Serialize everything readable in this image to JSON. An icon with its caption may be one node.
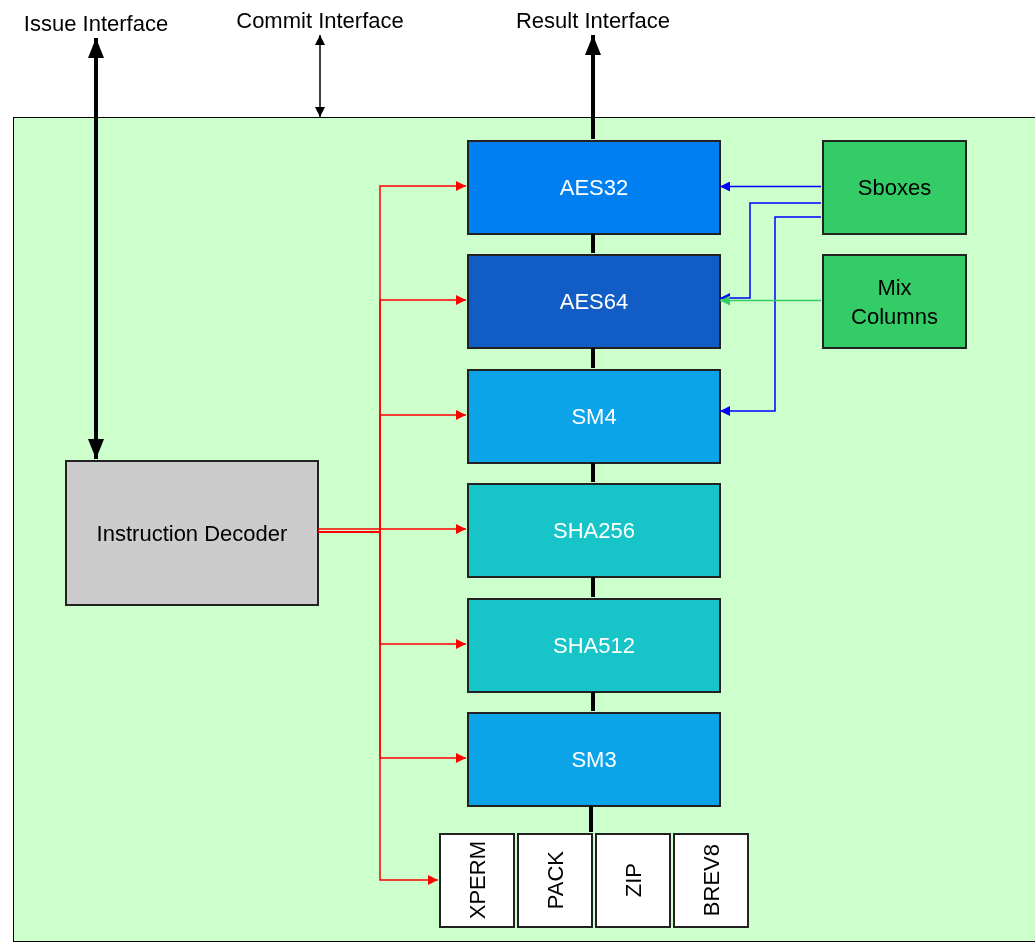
{
  "diagram": {
    "nodes": [
      {
        "text": [],
        "shape": "box"
      },
      {
        "text": [
          "Issue Interface"
        ]
      },
      {
        "text": [
          "Commit Interface"
        ]
      },
      {
        "text": [
          "Result Interface"
        ]
      },
      {
        "text": [
          "Instruction Decoder"
        ],
        "in": 0
      },
      {
        "text": [
          "AES32"
        ],
        "in": 0
      },
      {
        "text": [
          "AES64"
        ],
        "in": 0
      },
      {
        "text": [
          "SM4"
        ],
        "in": 0
      },
      {
        "text": [
          "SHA256"
        ],
        "in": 0
      },
      {
        "text": [
          "SHA512"
        ],
        "in": 0
      },
      {
        "text": [
          "SM3"
        ],
        "in": 0
      },
      {
        "text": [
          "XPERM"
        ],
        "in": 0
      },
      {
        "text": [
          "PACK"
        ],
        "in": 0
      },
      {
        "text": [
          "ZIP"
        ],
        "in": 0
      },
      {
        "text": [
          "BREV8"
        ],
        "in": 0
      },
      {
        "text": [
          "Sboxes"
        ],
        "in": 0
      },
      {
        "text": [
          "Mix Columns"
        ],
        "in": 0
      }
    ],
    "edges": [
      {
        "from": 4,
        "to": 1,
        "arrow": "both",
        "style": "thick"
      },
      {
        "from": 2,
        "to": 0,
        "arrow": "both"
      },
      {
        "from": 5,
        "to": 3,
        "arrow": "to",
        "style": "thick"
      },
      {
        "from": 5,
        "to": 6,
        "arrow": "none",
        "style": "thick"
      },
      {
        "from": 6,
        "to": 7,
        "arrow": "none",
        "style": "thick"
      },
      {
        "from": 7,
        "to": 8,
        "arrow": "none",
        "style": "thick"
      },
      {
        "from": 8,
        "to": 9,
        "arrow": "none",
        "style": "thick"
      },
      {
        "from": 9,
        "to": 10,
        "arrow": "none",
        "style": "thick"
      },
      {
        "from": 10,
        "to": 12,
        "arrow": "none",
        "style": "thick"
      },
      {
        "from": 4,
        "to": 5,
        "arrow": "to",
        "color": "#ff0000"
      },
      {
        "from": 4,
        "to": 6,
        "arrow": "to",
        "color": "#ff0000"
      },
      {
        "from": 4,
        "to": 7,
        "arrow": "to",
        "color": "#ff0000"
      },
      {
        "from": 4,
        "to": 8,
        "arrow": "to",
        "color": "#ff0000"
      },
      {
        "from": 4,
        "to": 9,
        "arrow": "to",
        "color": "#ff0000"
      },
      {
        "from": 4,
        "to": 10,
        "arrow": "to",
        "color": "#ff0000"
      },
      {
        "from": 4,
        "to": 11,
        "arrow": "to",
        "color": "#ff0000"
      },
      {
        "from": 15,
        "to": 5,
        "arrow": "to",
        "color": "#0000ff"
      },
      {
        "from": 15,
        "to": 6,
        "arrow": "to",
        "color": "#0000ff"
      },
      {
        "from": 15,
        "to": 7,
        "arrow": "to",
        "color": "#0000ff"
      },
      {
        "from": 16,
        "to": 6,
        "arrow": "to",
        "color": "#33cc66"
      }
    ]
  }
}
